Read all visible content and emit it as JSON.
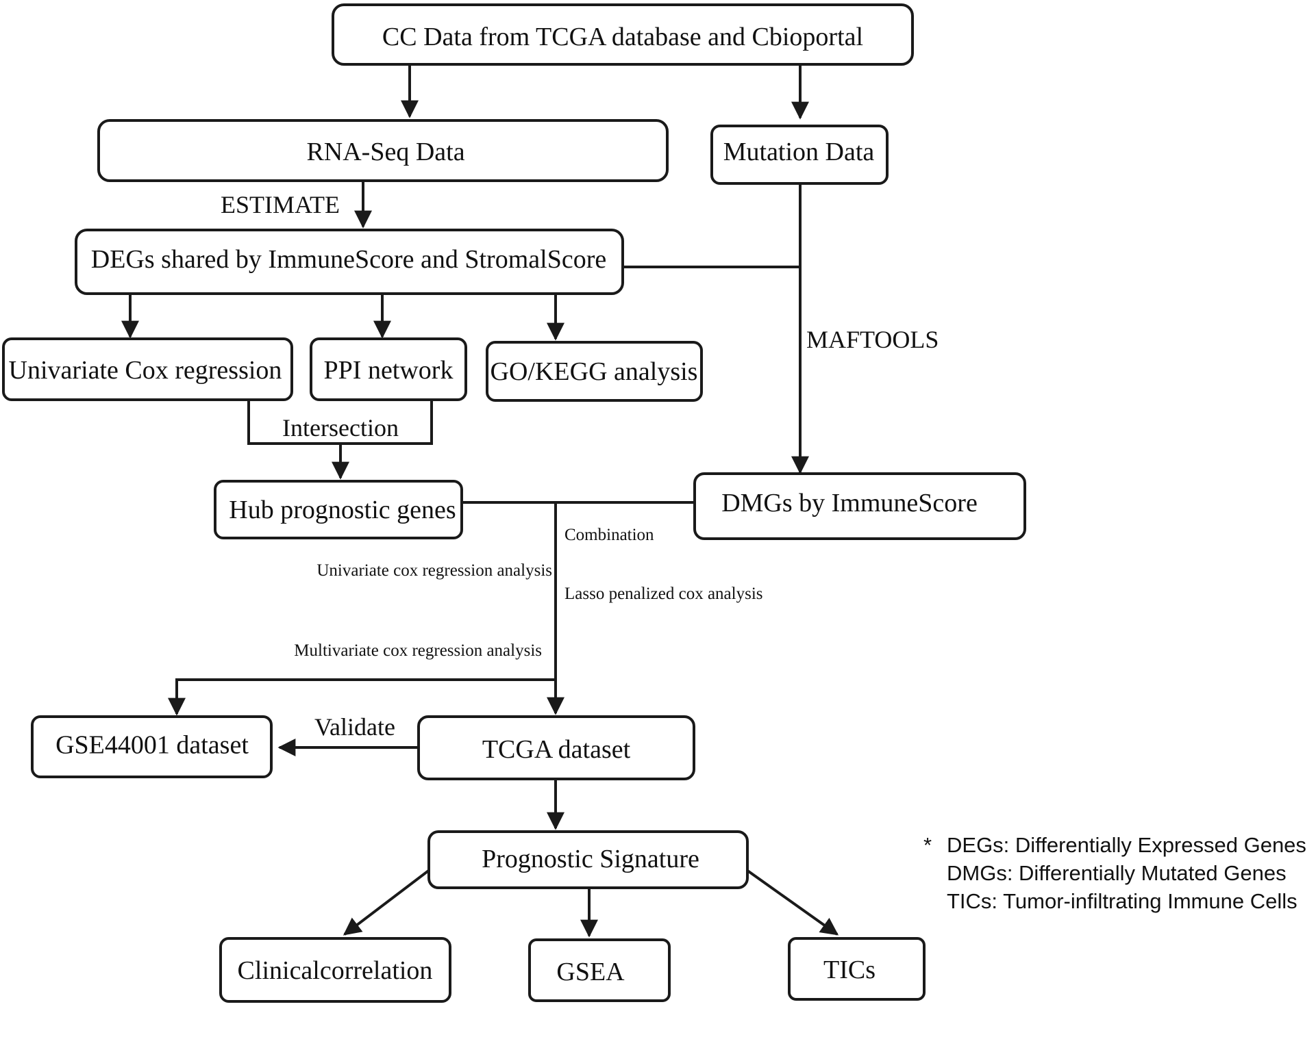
{
  "nodes": {
    "source": "CC Data from TCGA database and Cbioportal",
    "rnaseq": "RNA-Seq Data",
    "mutation": "Mutation Data",
    "degs": "DEGs shared by ImmuneScore and StromalScore",
    "unicox": "Univariate Cox regression",
    "ppi": "PPI network",
    "gokegg": "GO/KEGG analysis",
    "hub": "Hub prognostic genes",
    "dmgs": "DMGs by ImmuneScore",
    "gse": "GSE44001 dataset",
    "tcga": "TCGA dataset",
    "signature": "Prognostic Signature",
    "clinical": "Clinicalcorrelation",
    "gsea": "GSEA",
    "tics": "TICs"
  },
  "edge_labels": {
    "estimate": "ESTIMATE",
    "maftools": "MAFTOOLS",
    "intersection": "Intersection",
    "combination": "Combination",
    "univariate": "Univariate cox regression analysis",
    "lasso": "Lasso penalized cox analysis",
    "multivariate": "Multivariate cox regression analysis",
    "validate": "Validate"
  },
  "footnote": {
    "marker": "*",
    "lines": [
      "DEGs: Differentially Expressed Genes",
      "DMGs: Differentially Mutated Genes",
      "TICs: Tumor-infiltrating Immune Cells"
    ]
  }
}
